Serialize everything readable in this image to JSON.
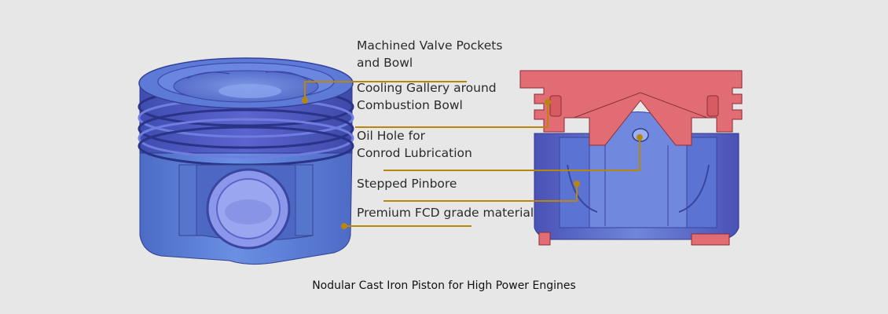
{
  "labels": {
    "valve_pockets": [
      "Machined Valve Pockets",
      "and Bowl"
    ],
    "cooling_gallery": [
      "Cooling Gallery around",
      "Combustion Bowl"
    ],
    "oil_hole": [
      "Oil Hole for",
      "Conrod Lubrication"
    ],
    "pinbore": [
      "Stepped Pinbore"
    ],
    "material": [
      "Premium FCD grade material"
    ]
  },
  "caption": "Nodular Cast Iron Piston for High Power Engines",
  "colors": {
    "background": "#e7e7e7",
    "piston_blue": "#5b7fd6",
    "piston_dark": "#4a55b8",
    "section_red": "#e06a73",
    "leader_gold": "#b8860b"
  }
}
